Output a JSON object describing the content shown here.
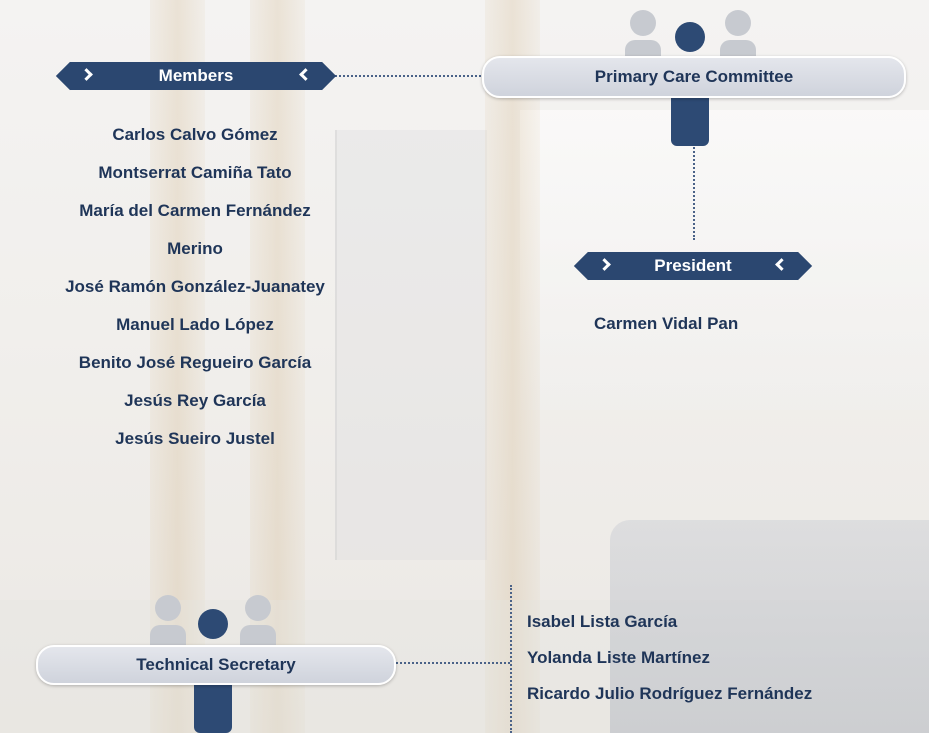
{
  "committee": {
    "title": "Primary Care Committee"
  },
  "members": {
    "label": "Members",
    "names": [
      "Carlos Calvo Gómez",
      "Montserrat Camiña Tato",
      "María del Carmen Fernández",
      "Merino",
      "José Ramón González-Juanatey",
      "Manuel Lado López",
      "Benito José Regueiro García",
      "Jesús Rey García",
      "Jesús Sueiro Justel"
    ]
  },
  "president": {
    "label": "President",
    "name": "Carmen Vidal Pan"
  },
  "technical_secretary": {
    "label": "Technical Secretary",
    "names": [
      "Isabel Lista García",
      "Yolanda Liste Martínez",
      "Ricardo Julio Rodríguez Fernández"
    ]
  },
  "colors": {
    "navy": "#2b4770",
    "text": "#1f3558",
    "gray_icon": "#c7cad0",
    "pill": "#d8dbe3"
  },
  "icons": [
    "people-group-icon",
    "chevron-right-icon",
    "chevron-left-icon"
  ]
}
